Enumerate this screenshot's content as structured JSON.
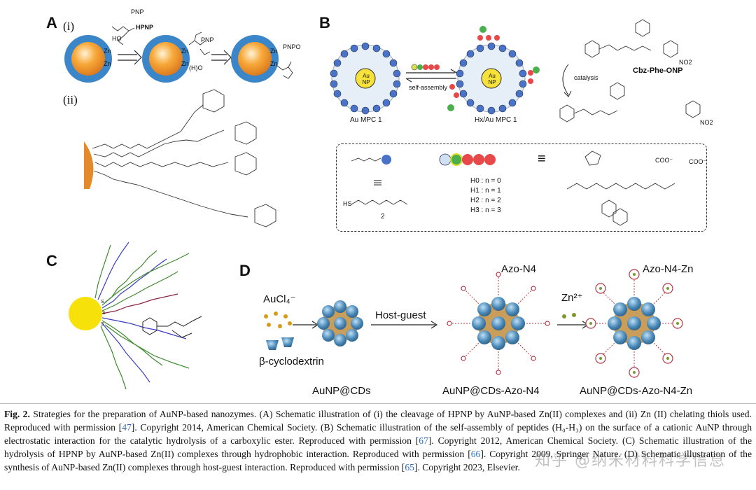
{
  "panels": {
    "A": {
      "label": "A",
      "sub_i": "(i)",
      "sub_ii": "(ii)",
      "hpnp": "HPNP",
      "pnp": "PNP",
      "pnpo": "PNPO",
      "zn": "Zn",
      "ho": "HO",
      "h_o": "(H)O"
    },
    "B": {
      "label": "B",
      "au_np": "Au NP",
      "au_mpc_1": "Au MPC 1",
      "hx_au_mpc_1": "Hx/Au MPC 1",
      "self_assembly": "self-assembly",
      "catalysis": "catalysis",
      "cbz_phe_onp": "Cbz-Phe-ONP",
      "no2": "NO2",
      "thiol_label": "2",
      "hs": "HS",
      "peptides": [
        "H0 : n = 0",
        "H1 : n = 1",
        "H2 : n = 2",
        "H3 : n = 3"
      ],
      "coo": "COO⁻",
      "equiv": "≡",
      "parallel": "|||"
    },
    "C": {
      "label": "C",
      "s": "S"
    },
    "D": {
      "label": "D",
      "aucl4": "AuCl₄⁻",
      "beta_cd": "β-cyclodextrin",
      "host_guest": "Host-guest",
      "azo_n4": "Azo-N4",
      "azo_n4_zn": "Azo-N4-Zn",
      "zn2": "Zn²⁺",
      "aunp_cds": "AuNP@CDs",
      "aunp_cds_azo": "AuNP@CDs-Azo-N4",
      "aunp_cds_azo_zn": "AuNP@CDs-Azo-N4-Zn"
    }
  },
  "caption": {
    "fig": "Fig. 2.",
    "p1": " Strategies for the preparation of AuNP-based nanozymes. (A) Schematic illustration of (i) the cleavage of HPNP by AuNP-based Zn(II) complexes and (ii) Zn (II) chelating thiols used. Reproduced with permission [",
    "r1": "47",
    "p2": "]. Copyright 2014, American Chemical Society. (B) Schematic illustration of the self-assembly of peptides (H₀-H₃) on the surface of a cationic AuNP through electrostatic interaction for the catalytic hydrolysis of a carboxylic ester. Reproduced with permission [",
    "r2": "67",
    "p3": "]. Copyright 2012, American Chemical Society. (C) Schematic illustration of the hydrolysis of HPNP by AuNP-based Zn(II) complexes through hydrophobic interaction. Reproduced with permission [",
    "r3": "66",
    "p4": "]. Copyright 2009, Springer Nature. (D) Schematic illustration of the synthesis of AuNP-based Zn(II) complexes through host-guest interaction. Reproduced with permission [",
    "r4": "65",
    "p5": "]. Copyright 2023, Elsevier."
  },
  "watermark": "知乎 @纳米材料科学信息",
  "colors": {
    "blue_shell": "#3b86c8",
    "orange_core": "#f39a2a",
    "gold_yellow": "#f7e10a",
    "green_chain": "#3e8a2e",
    "blue_chain": "#3b3fbf",
    "maroon_chain": "#8a2540",
    "cd_blue": "#4a89b8",
    "link_red": "#b03a48"
  }
}
